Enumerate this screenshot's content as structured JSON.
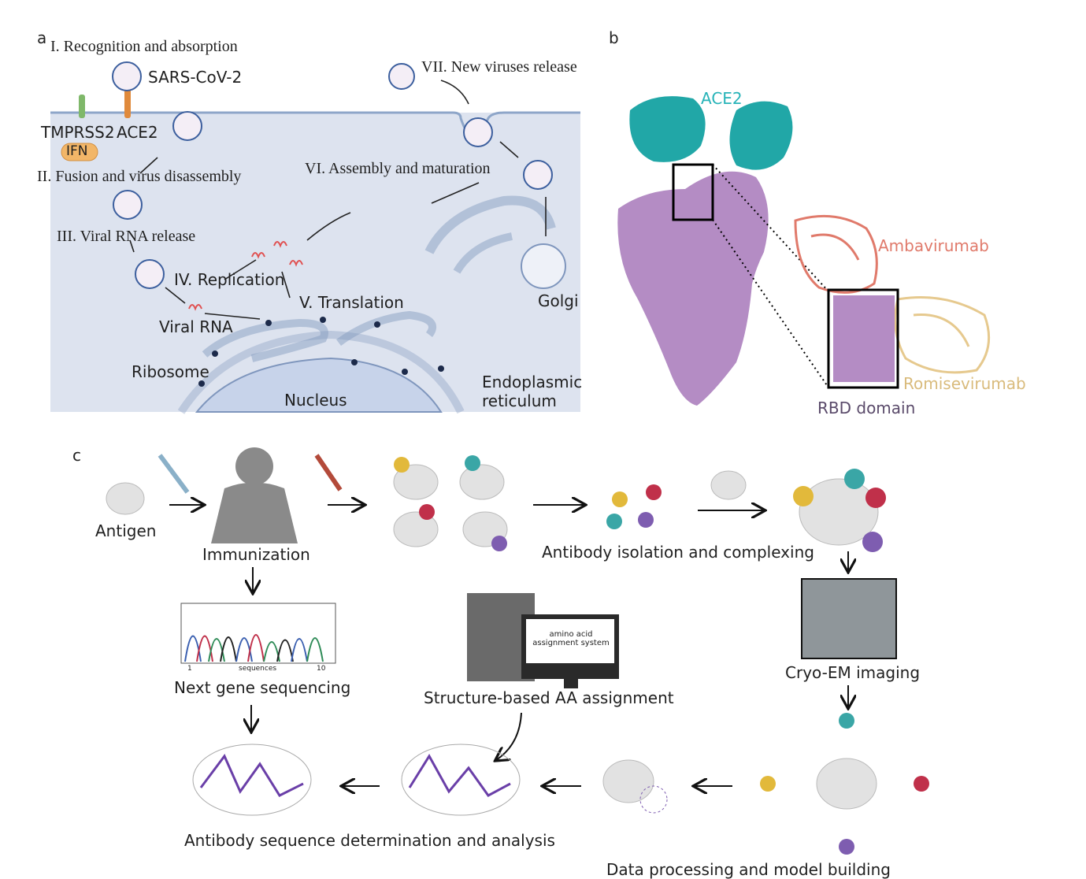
{
  "panel_a": {
    "letter": "a",
    "step1": "I. Recognition and absorption",
    "virus_label": "SARS-CoV-2",
    "tmprss2": "TMPRSS2",
    "ace2": "ACE2",
    "ifn": "IFN",
    "step2": "II. Fusion and virus disassembly",
    "step3": "III. Viral RNA release",
    "step4": "IV. Replication",
    "step5": "V. Translation",
    "viral_rna": "Viral RNA",
    "ribosome": "Ribosome",
    "nucleus": "Nucleus",
    "er": "Endoplasmic reticulum",
    "golgi": "Golgi",
    "step6": "VI. Assembly and maturation",
    "step7": "VII. New viruses release"
  },
  "panel_b": {
    "letter": "b",
    "ace2": "ACE2",
    "ambavirumab": "Ambavirumab",
    "romisevirumab": "Romisevirumab",
    "rbd": "RBD domain"
  },
  "panel_c": {
    "letter": "c",
    "antigen": "Antigen",
    "immunization": "Immunization",
    "isolation": "Antibody isolation and complexing",
    "cryo": "Cryo-EM imaging",
    "ngs": "Next gene sequencing",
    "ngs_axis_start": "1",
    "ngs_axis_label": "sequences",
    "ngs_axis_end": "10",
    "aa_assign": "Structure-based AA assignment",
    "monitor_text": "amino acid assignment system",
    "seq_det": "Antibody sequence determination and analysis",
    "data_proc": "Data processing and model building"
  },
  "colors": {
    "cell_bg": "#dde3ef",
    "membrane": "#8ea6c9",
    "virus_blue": "#3c5f9e",
    "teal": "#21a7a7",
    "spike_purple": "#b48cc4",
    "ambavirumab": "#e07a6b",
    "romisevirumab": "#e6c98e",
    "rbd_text": "#5a4a6a",
    "ace2_text": "#26b3b8",
    "ab_yellow": "#e2b93b",
    "ab_teal": "#3aa6a6",
    "ab_red": "#c0304a",
    "ab_purple": "#7e5db0"
  }
}
